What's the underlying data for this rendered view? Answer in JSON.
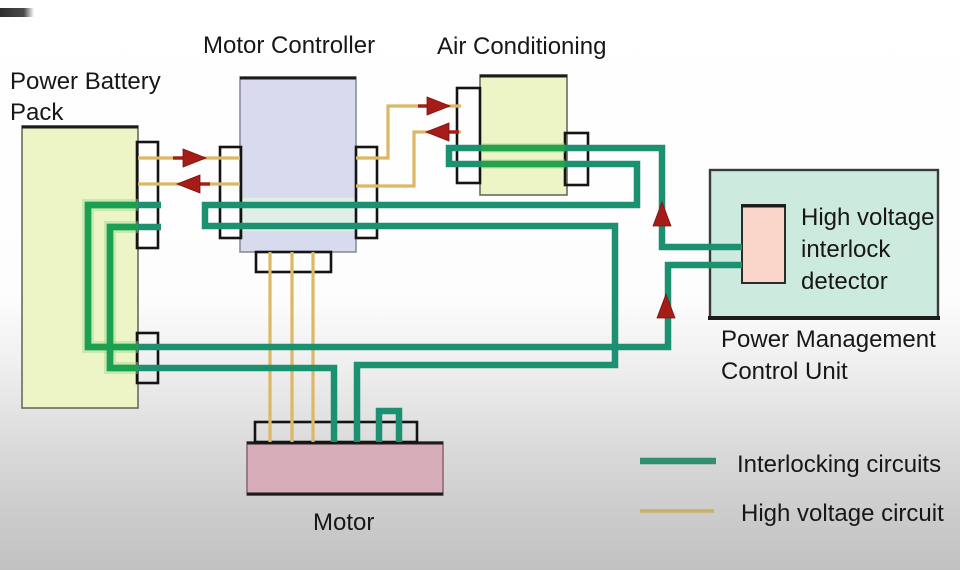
{
  "components": {
    "power_battery_pack": {
      "name_line1": "Power Battery",
      "name_line2": "Pack",
      "fill": "#edf5c6"
    },
    "motor_controller": {
      "name": "Motor Controller",
      "fill": "#d8dbee"
    },
    "air_conditioning": {
      "name": "Air Conditioning",
      "fill": "#edf5c6"
    },
    "motor": {
      "name": "Motor",
      "fill": "#d8adba"
    },
    "power_management_control_unit": {
      "name_line1": "Power Management",
      "name_line2": "Control Unit",
      "fill": "#cdeade"
    },
    "high_voltage_interlock_detector": {
      "name_line1": "High voltage",
      "name_line2": "interlock",
      "name_line3": "detector",
      "fill": "#f8d5c8"
    }
  },
  "legend": {
    "interlocking_circuits": {
      "label": "Interlocking circuits",
      "color": "#2f8f6e"
    },
    "high_voltage_circuit": {
      "label": "High voltage circuit",
      "color": "#c7b268"
    }
  },
  "line_colors": {
    "interlock": "#1b9172",
    "interlock_inside_battery": "#1aa050",
    "interlock_inside_ac": "#27a14b",
    "high_voltage": "#dcb766",
    "flow_arrow": "#a61d17"
  }
}
